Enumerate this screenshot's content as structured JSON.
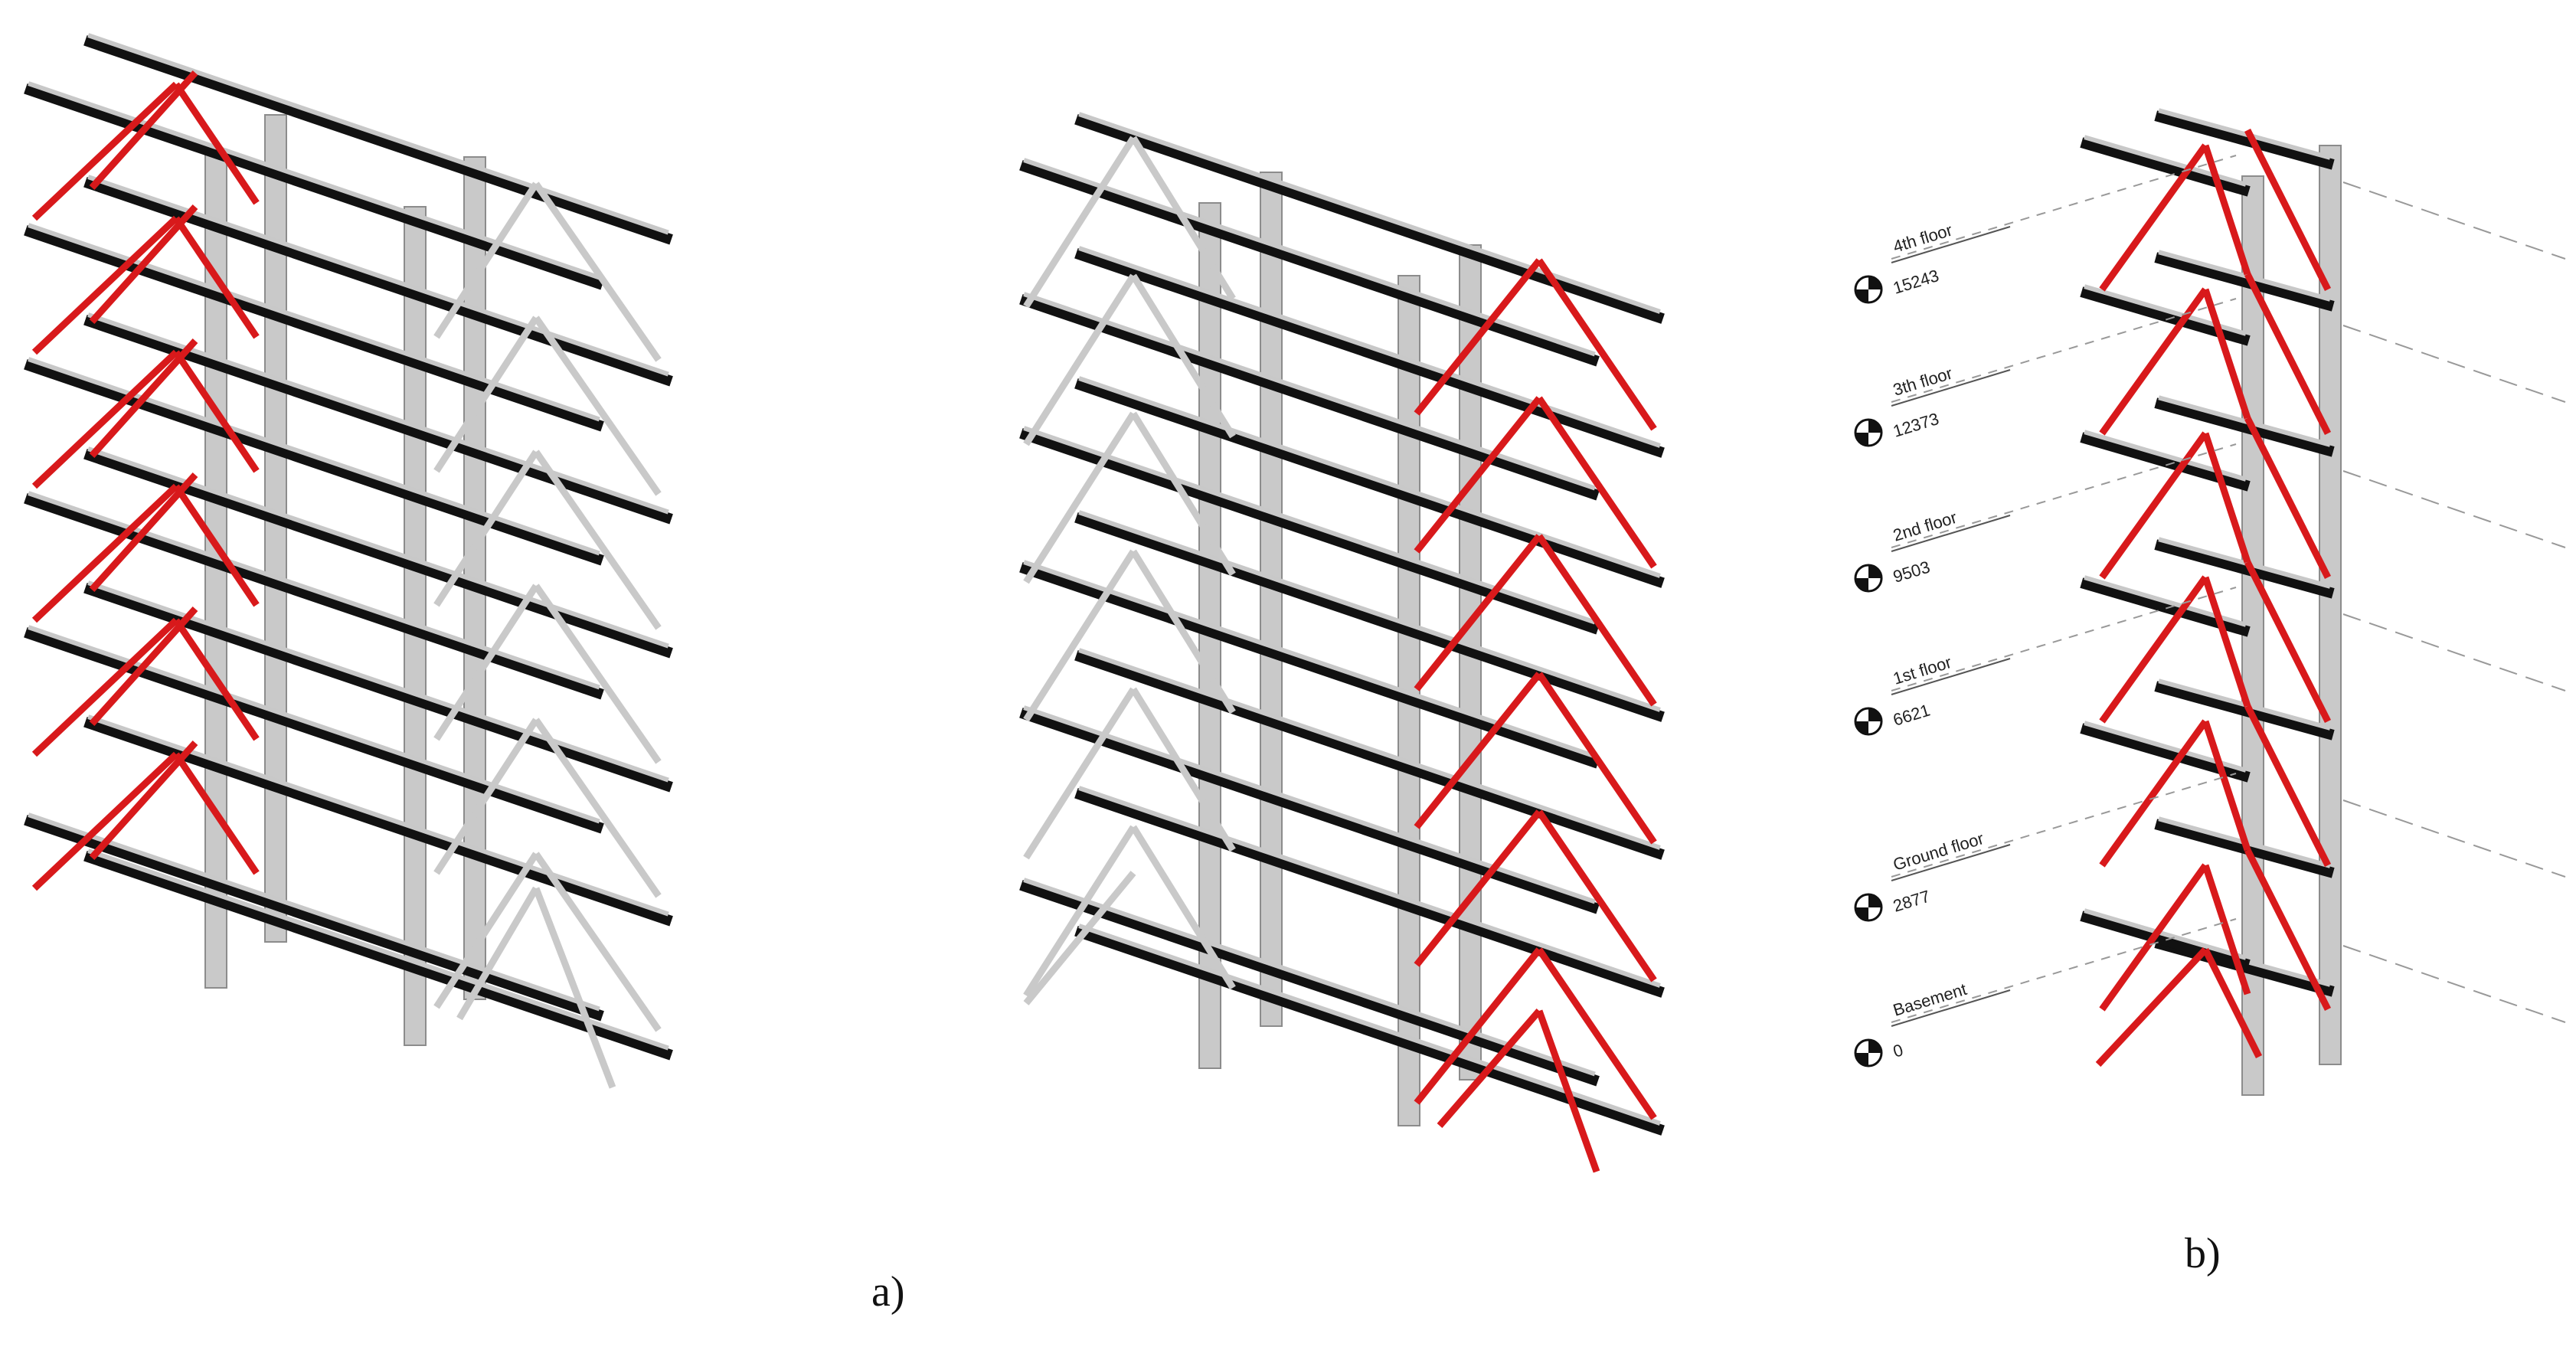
{
  "figure": {
    "panel_a_label": "a)",
    "panel_b_label": "b)"
  },
  "levels": [
    {
      "name": "4th floor",
      "elevation": "15243"
    },
    {
      "name": "3th floor",
      "elevation": "12373"
    },
    {
      "name": "2nd floor",
      "elevation": "9503"
    },
    {
      "name": "1st floor",
      "elevation": "6621"
    },
    {
      "name": "Ground floor",
      "elevation": "2877"
    },
    {
      "name": "Basement",
      "elevation": "0"
    }
  ],
  "colors": {
    "beam_top": "#c8c8c8",
    "beam_side": "#111111",
    "column": "#c9c9c9",
    "brace_red": "#d8191b",
    "brace_gray": "#c9c9c9",
    "level_line": "#999999"
  },
  "icons": {
    "level_marker": "level-datum-icon"
  }
}
